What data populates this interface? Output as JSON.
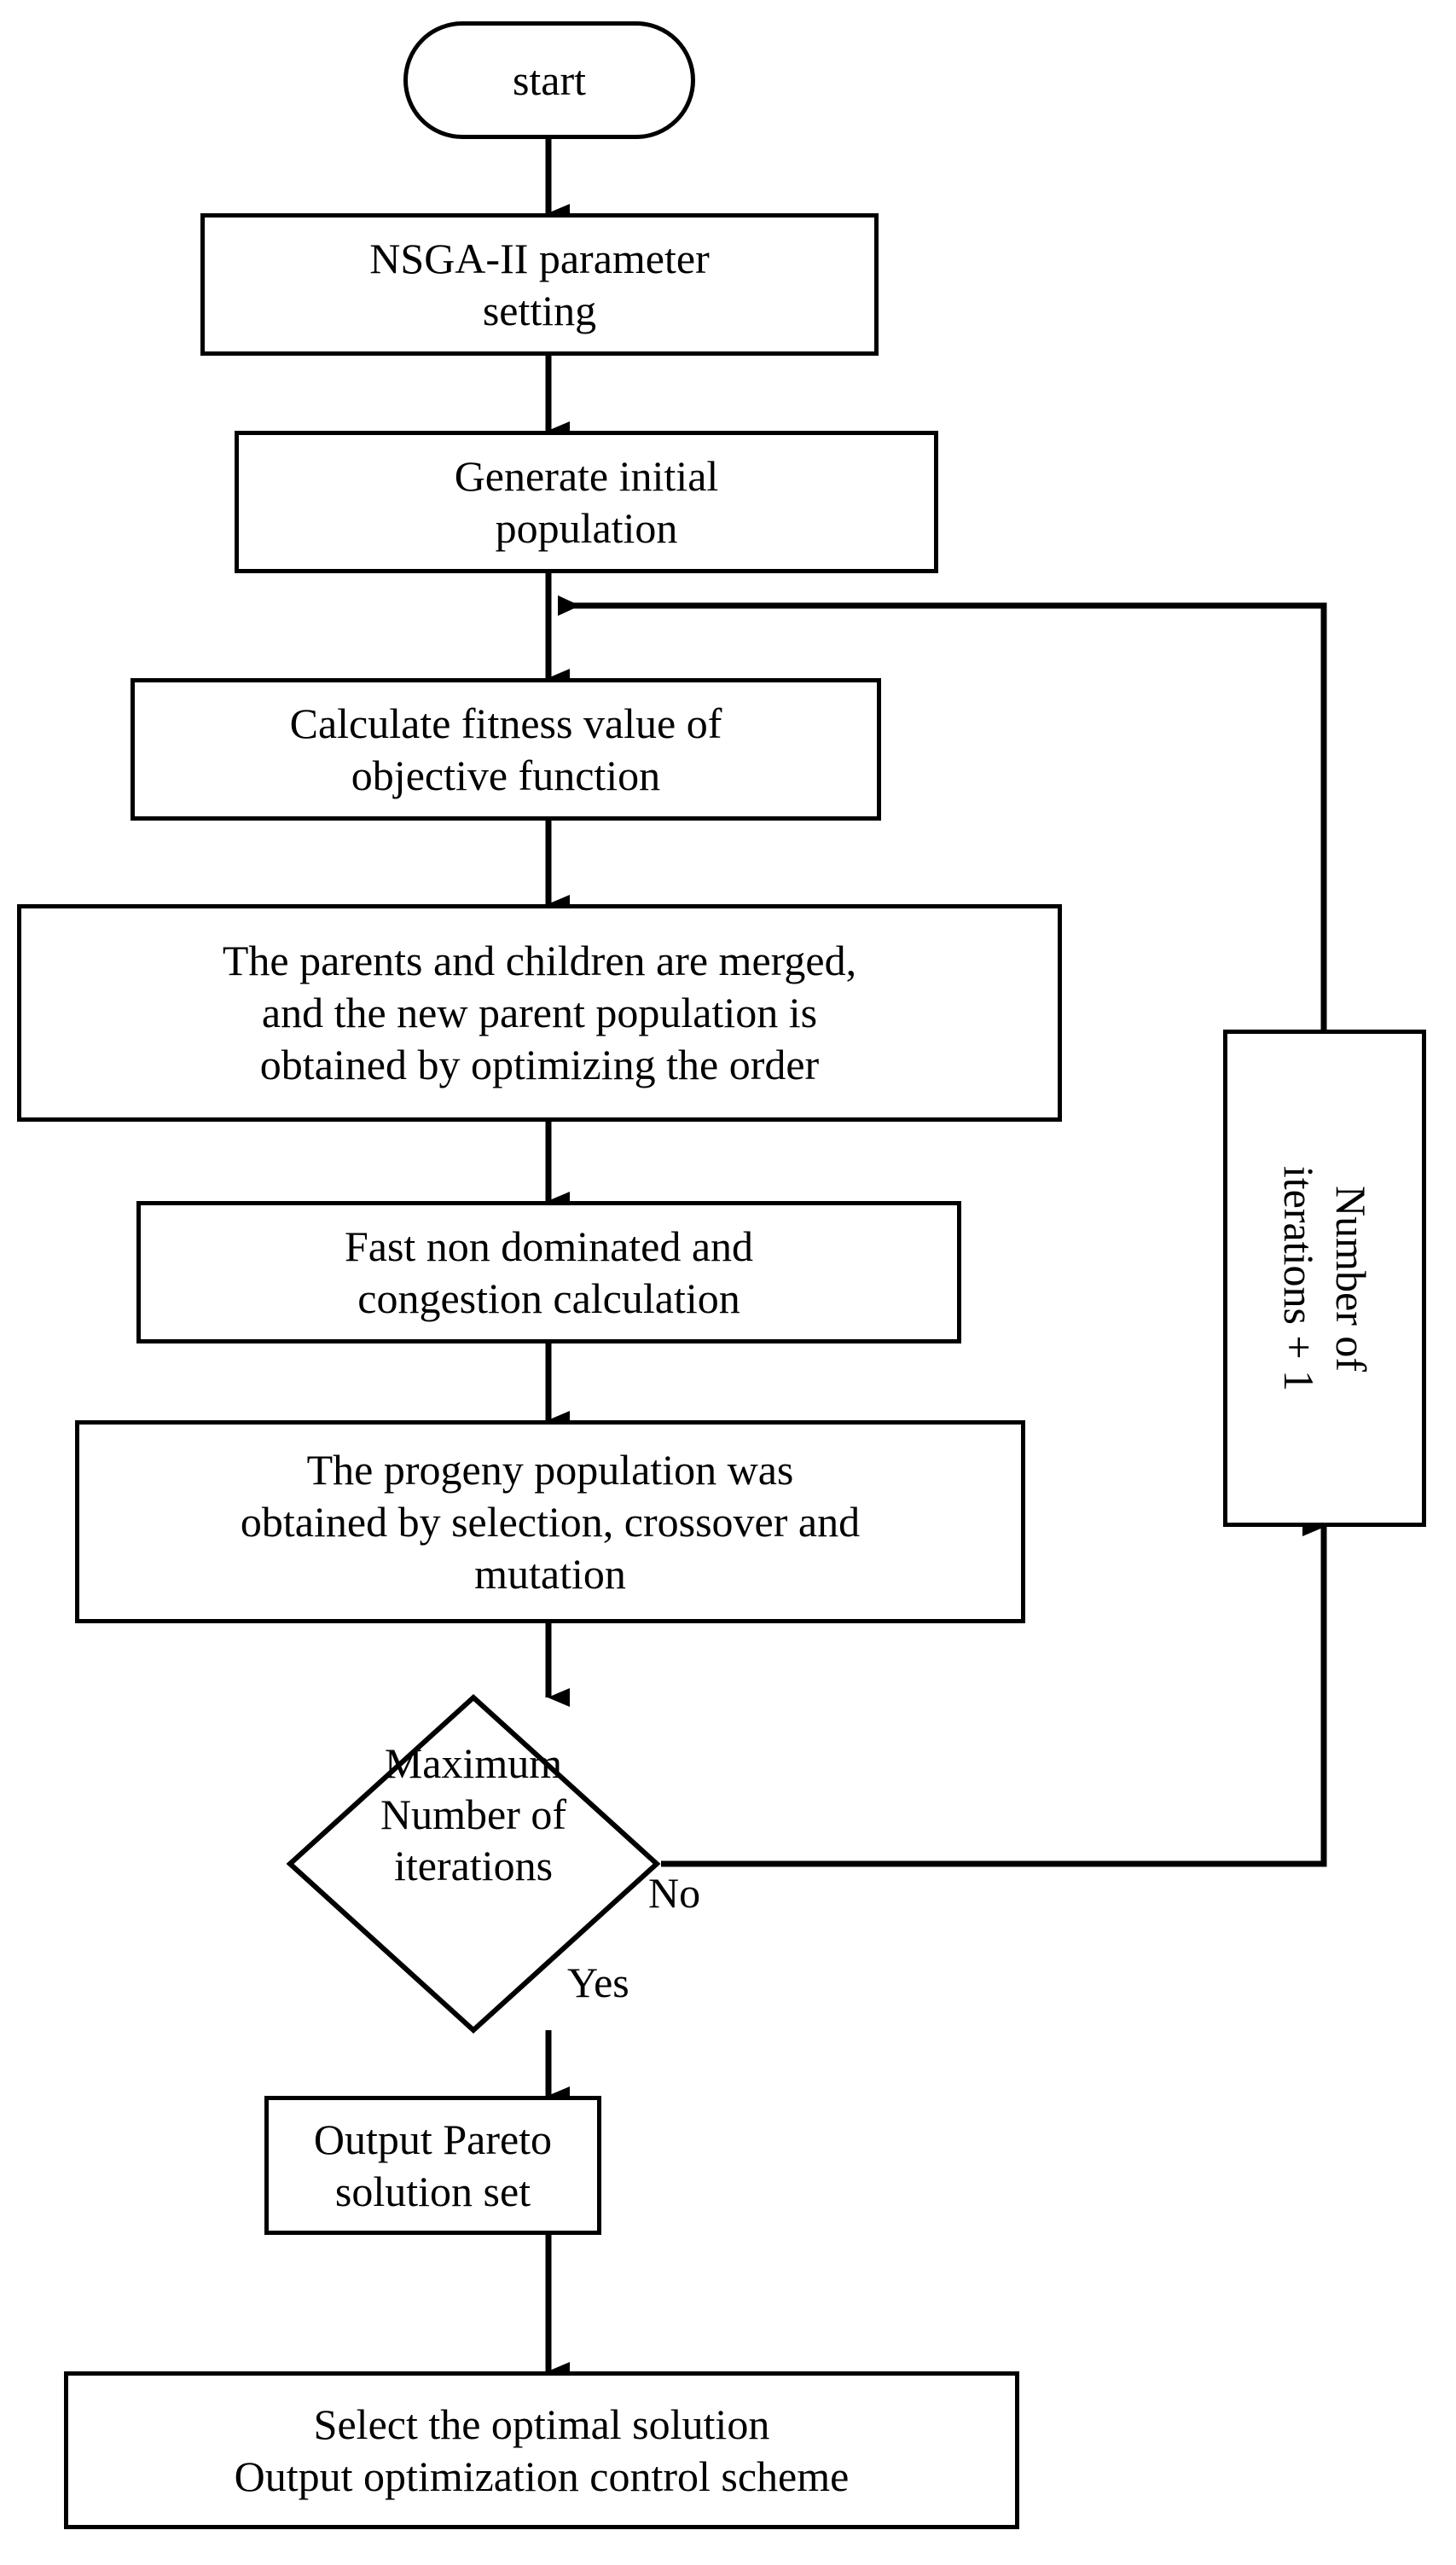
{
  "diagram": {
    "title": "NSGA-II optimization flowchart",
    "type": "flowchart",
    "colors": {
      "stroke": "#000000",
      "fill": "#ffffff",
      "text": "#000000"
    },
    "nodes": {
      "start": {
        "label": "start",
        "shape": "terminator"
      },
      "param_setting": {
        "label": "NSGA-II parameter\nsetting",
        "shape": "process"
      },
      "init_population": {
        "label": "Generate initial\npopulation",
        "shape": "process"
      },
      "fitness": {
        "label": "Calculate fitness value of\nobjective function",
        "shape": "process"
      },
      "merge_parents": {
        "label": "The parents and children are merged,\nand the new parent population is\nobtained by optimizing the order",
        "shape": "process"
      },
      "non_dominated": {
        "label": "Fast non dominated and\ncongestion calculation",
        "shape": "process"
      },
      "progeny": {
        "label": "The progeny population was\nobtained by selection, crossover and\nmutation",
        "shape": "process"
      },
      "decision": {
        "label": "Maximum\nNumber of\niterations",
        "shape": "decision"
      },
      "iteration_counter": {
        "label": "Number of\niterations + 1",
        "shape": "process-rotated"
      },
      "pareto_output": {
        "label": "Output Pareto\nsolution set",
        "shape": "process"
      },
      "final_output": {
        "label": "Select the optimal solution\nOutput optimization control scheme",
        "shape": "process"
      }
    },
    "edge_labels": {
      "no": "No",
      "yes": "Yes"
    }
  }
}
